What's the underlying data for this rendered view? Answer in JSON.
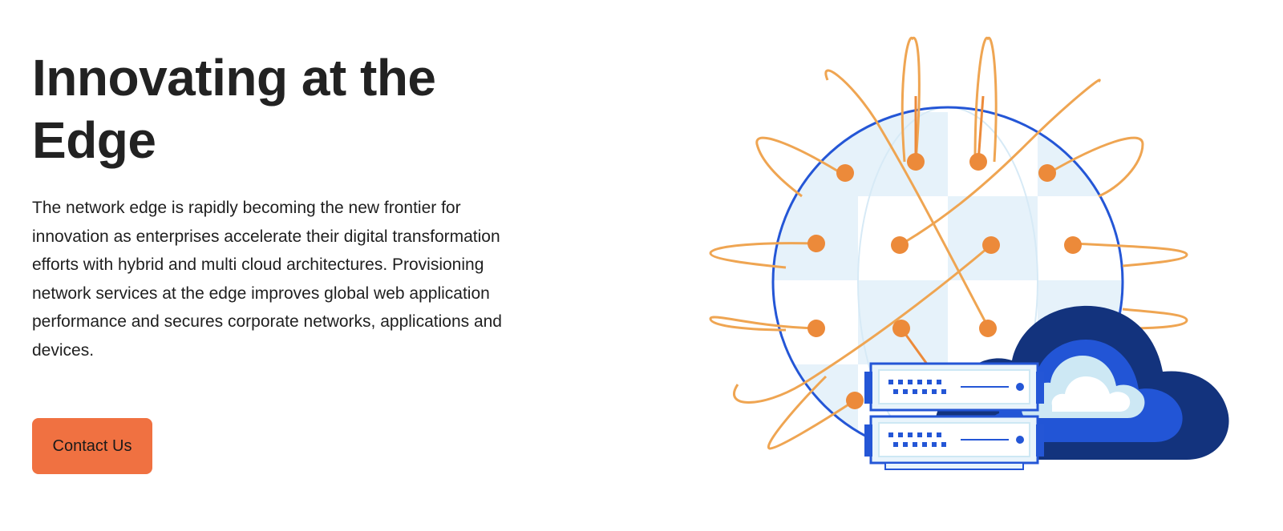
{
  "hero": {
    "title": "Innovating at the Edge",
    "body": "The network edge is rapidly becoming the new frontier for innovation as enterprises accelerate their digital transformation efforts with hybrid and multi cloud architectures. Provisioning network services at the edge improves global web application performance and secures corporate networks, applications and devices.",
    "cta_label": "Contact Us"
  },
  "illustration": {
    "subject": "globe-with-orbits-server-cloud",
    "colors": {
      "globe_outline": "#2456d6",
      "globe_fill_light": "#e6f2fa",
      "orbit": "#efa552",
      "node": "#ec8a3a",
      "cloud_dark": "#13337d",
      "cloud_mid": "#2255d6",
      "cloud_light": "#cde8f4",
      "server_fill": "#e9f4fb",
      "server_outline": "#2456d6"
    }
  },
  "colors": {
    "background": "#ffffff",
    "heading": "#222222",
    "text": "#1f1f1f",
    "cta_background": "#f07141",
    "cta_text": "#1a1a1a"
  }
}
